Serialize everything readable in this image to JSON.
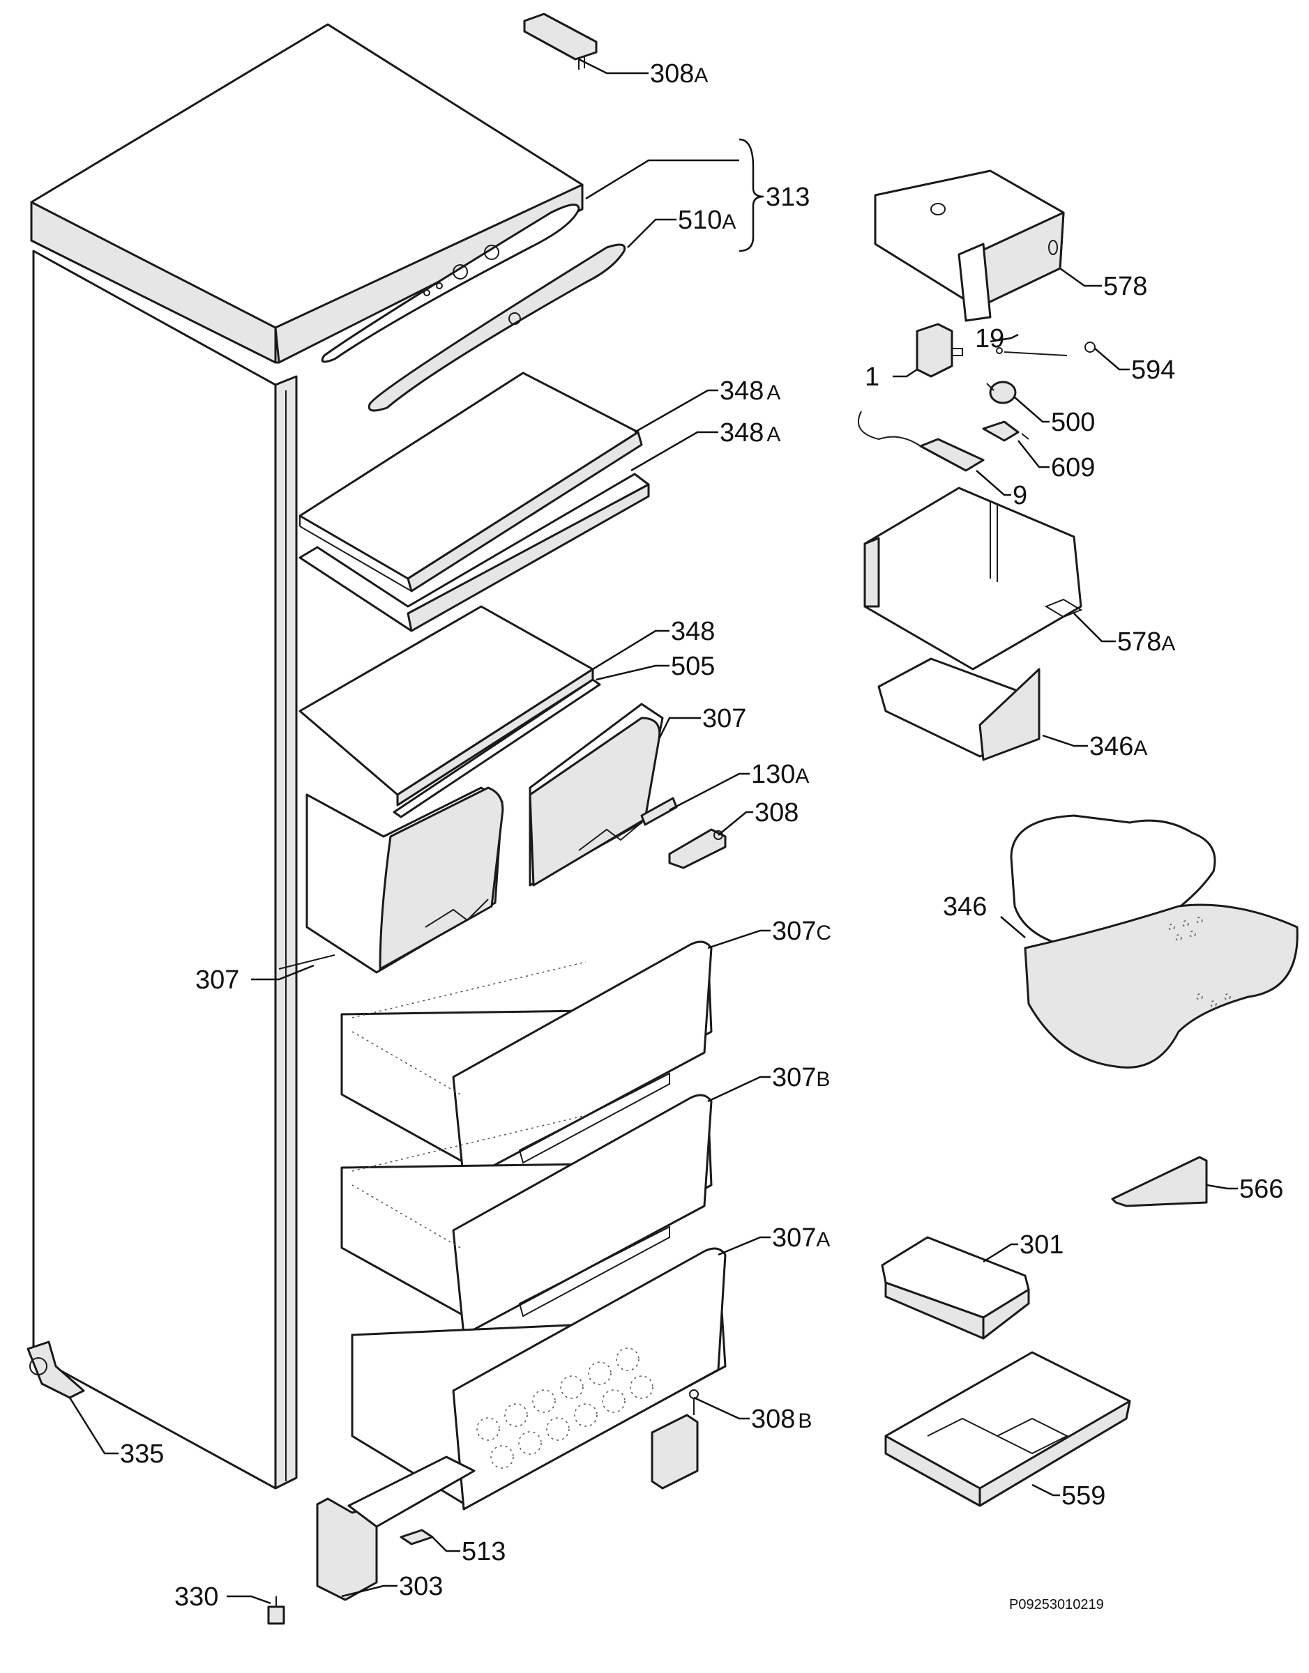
{
  "labels": {
    "l308a": {
      "num": "308",
      "suffix": "A"
    },
    "l313": {
      "num": "313",
      "suffix": ""
    },
    "l510a": {
      "num": "510",
      "suffix": "A"
    },
    "l348a_1": {
      "num": "348",
      "suffix": "A"
    },
    "l348a_2": {
      "num": "348",
      "suffix": "A"
    },
    "l348": {
      "num": "348",
      "suffix": ""
    },
    "l505": {
      "num": "505",
      "suffix": ""
    },
    "l307_top": {
      "num": "307",
      "suffix": ""
    },
    "l130a": {
      "num": "130",
      "suffix": "A"
    },
    "l308": {
      "num": "308",
      "suffix": ""
    },
    "l307_left": {
      "num": "307",
      "suffix": ""
    },
    "l307c": {
      "num": "307",
      "suffix": "C"
    },
    "l307b": {
      "num": "307",
      "suffix": "B"
    },
    "l307a": {
      "num": "307",
      "suffix": "A"
    },
    "l308b": {
      "num": "308",
      "suffix": "B"
    },
    "l335": {
      "num": "335",
      "suffix": ""
    },
    "l513": {
      "num": "513",
      "suffix": ""
    },
    "l303": {
      "num": "303",
      "suffix": ""
    },
    "l330": {
      "num": "330",
      "suffix": ""
    },
    "l578": {
      "num": "578",
      "suffix": ""
    },
    "l19": {
      "num": "19",
      "suffix": ""
    },
    "l594": {
      "num": "594",
      "suffix": ""
    },
    "l1": {
      "num": "1",
      "suffix": ""
    },
    "l500": {
      "num": "500",
      "suffix": ""
    },
    "l609": {
      "num": "609",
      "suffix": ""
    },
    "l9": {
      "num": "9",
      "suffix": ""
    },
    "l578a": {
      "num": "578",
      "suffix": "A"
    },
    "l346a": {
      "num": "346",
      "suffix": "A"
    },
    "l346": {
      "num": "346",
      "suffix": ""
    },
    "l566": {
      "num": "566",
      "suffix": ""
    },
    "l301": {
      "num": "301",
      "suffix": ""
    },
    "l559": {
      "num": "559",
      "suffix": ""
    }
  },
  "reference_code": "P09253010219",
  "colors": {
    "line": "#1a1a1a",
    "background": "#ffffff",
    "shade": "#e6e6e6"
  }
}
